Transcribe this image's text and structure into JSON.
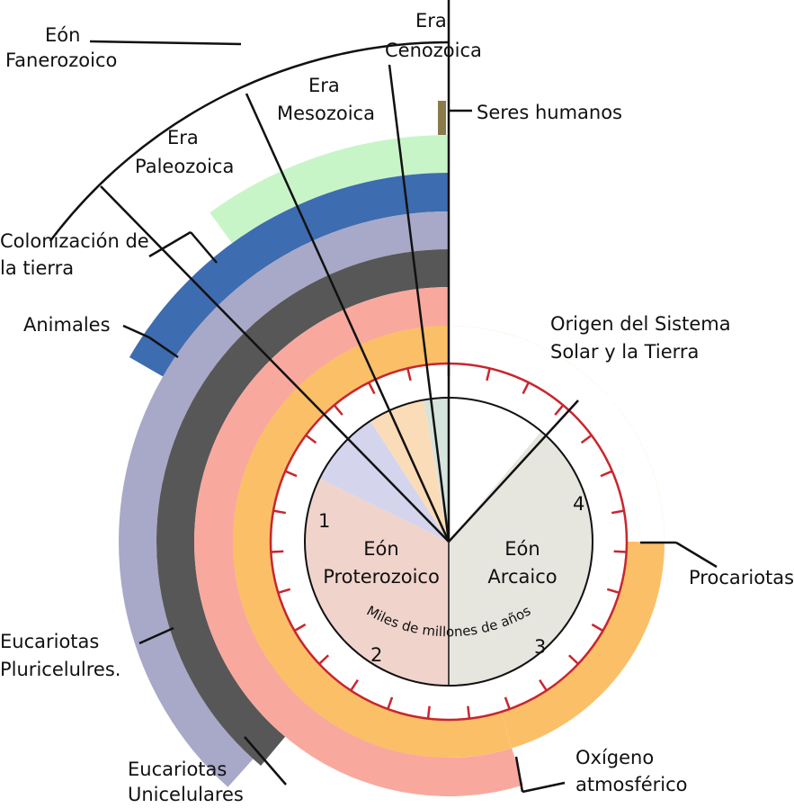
{
  "labels": {
    "eon_fanerozoico": [
      "Eón",
      "Fanerozoico"
    ],
    "era_cenozoica": [
      "Era",
      "Cenozoica"
    ],
    "era_mesozoica": [
      "Era",
      "Mesozoica"
    ],
    "era_paleozoica": [
      "Era",
      "Paleozoica"
    ],
    "seres_humanos": "Seres humanos",
    "colonizacion": [
      "Colonización de",
      "la tierra"
    ],
    "animales": "Animales",
    "origen": [
      "Origen del Sistema",
      "Solar y la Tierra"
    ],
    "procariotas": "Procariotas",
    "eucariotas_pluri": [
      "Eucariotas",
      "Pluricelulres."
    ],
    "eucariotas_uni": [
      "Eucariotas",
      "Unicelulares"
    ],
    "oxigeno": [
      "Oxígeno",
      "atmosférico"
    ],
    "eon_proterozoico": [
      "Eón",
      "Proterozoico"
    ],
    "eon_arcaico": [
      "Eón",
      "Arcaico"
    ],
    "scale_caption": "Miles de millones de años",
    "scale_numbers": [
      "1",
      "2",
      "3",
      "4"
    ]
  },
  "colors": {
    "paleozoica_wedge": "#d4d4ec",
    "mesozoica_wedge": "#fbdcb8",
    "cenozoica_wedge": "#d6e4de",
    "proterozoico": "#f0d4cc",
    "arcaico": "#e6e5de",
    "scale_ring": "#c8262e",
    "band_land": "#c8f5c8",
    "band_animals": "#3d6cb0",
    "band_pluri": "#a8a8c8",
    "band_uni": "#575757",
    "band_oxygen": "#f9a89e",
    "band_prokaryotes": "#fbbf68",
    "humans": "#8b7a4a"
  }
}
